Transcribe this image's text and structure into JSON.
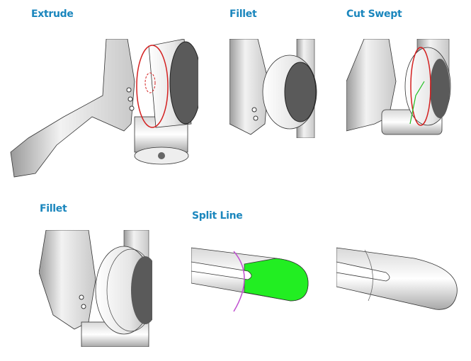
{
  "labels": {
    "extrude": "Extrude",
    "fillet1": "Fillet",
    "cut_swept": "Cut Swept",
    "fillet2": "Fillet",
    "split_line": "Split Line"
  },
  "colors": {
    "label": "#1a86bd",
    "highlight_edge": "#d42020",
    "split_face": "#22ee22",
    "split_curve": "#c050d0",
    "sketch": "#20c020"
  }
}
